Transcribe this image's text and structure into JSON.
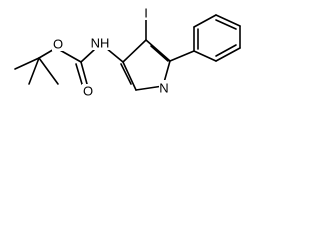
{
  "molecule": {
    "atoms": {
      "iodine": "I",
      "nh": "NH",
      "pyridine_n": "N",
      "carbonyl_o": "O",
      "ester_o": "O"
    }
  },
  "colors": {
    "background": "#ffffff",
    "bond": "#000000",
    "label": "#000000"
  }
}
